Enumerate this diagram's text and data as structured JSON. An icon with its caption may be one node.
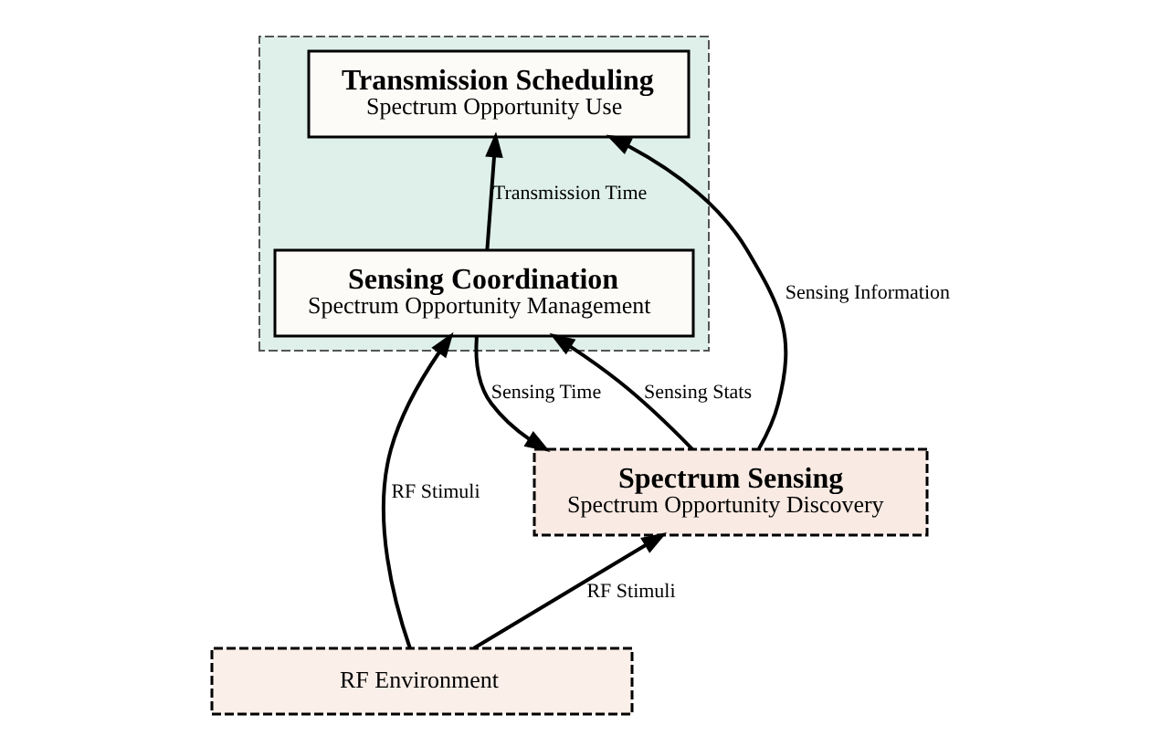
{
  "diagram": {
    "nodes": [
      {
        "text": [],
        "shape": "box"
      },
      {
        "text": [
          "Transmission Scheduling",
          "Spectrum Opportunity Use"
        ],
        "in": 0
      },
      {
        "text": [
          "Sensing Coordination",
          "Spectrum Opportunity Management"
        ],
        "in": 0
      },
      {
        "text": [
          "Spectrum Sensing",
          "Spectrum Opportunity Discovery"
        ]
      },
      {
        "text": [
          "RF Environment"
        ]
      }
    ],
    "edges": [
      {
        "from": 2,
        "to": 1,
        "arrow": "to",
        "label": "Transmission Time"
      },
      {
        "from": 3,
        "to": 1,
        "arrow": "to",
        "label": "Sensing Information"
      },
      {
        "from": 2,
        "to": 3,
        "arrow": "to",
        "label": "Sensing Time"
      },
      {
        "from": 3,
        "to": 2,
        "arrow": "to",
        "label": "Sensing Stats"
      },
      {
        "from": 4,
        "to": 3,
        "arrow": "to",
        "label": "RF Stimuli"
      },
      {
        "from": 4,
        "to": 2,
        "arrow": "to",
        "label": "RF Stimuli"
      }
    ]
  }
}
